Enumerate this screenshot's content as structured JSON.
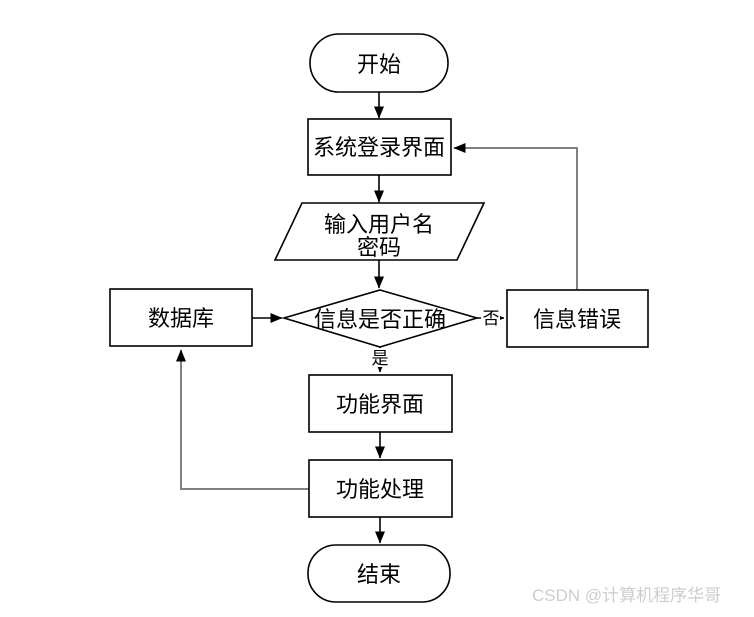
{
  "diagram": {
    "type": "flowchart",
    "colors": {
      "background": "#ffffff",
      "shape_stroke": "#000000",
      "flow_stroke": "#000000",
      "feedback_stroke": "#808080",
      "watermark_text": "#cdcdcd"
    },
    "nodes": {
      "start": {
        "shape": "terminator",
        "label": "开始"
      },
      "login_screen": {
        "shape": "process",
        "label": "系统登录界面"
      },
      "input_credentials": {
        "shape": "input-output",
        "label_line1": "输入用户名",
        "label_line2": "密码"
      },
      "check_info": {
        "shape": "decision",
        "label": "信息是否正确"
      },
      "database": {
        "shape": "process",
        "label": "数据库"
      },
      "info_error": {
        "shape": "process",
        "label": "信息错误"
      },
      "function_screen": {
        "shape": "process",
        "label": "功能界面"
      },
      "function_process": {
        "shape": "process",
        "label": "功能处理"
      },
      "end": {
        "shape": "terminator",
        "label": "结束"
      }
    },
    "edge_labels": {
      "no": "否",
      "yes": "是"
    }
  },
  "watermark": {
    "text": "CSDN @计算机程序华哥"
  }
}
